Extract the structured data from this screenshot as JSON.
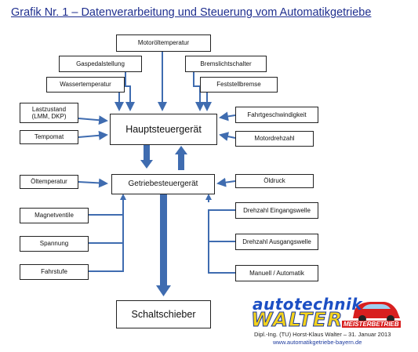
{
  "title": "Grafik Nr. 1 –  Datenverarbeitung und Steuerung vom Automatikgetriebe",
  "colors": {
    "arrow": "#3f6cb0",
    "title": "#1f2f8f"
  },
  "nodes": {
    "motoroeltemperatur": "Motoröltemperatur",
    "gaspedalstellung": "Gaspedalstellung",
    "bremslichtschalter": "Bremslichtschalter",
    "wassertemperatur": "Wassertemperatur",
    "feststellbremse": "Feststellbremse",
    "lastzustand": "Lastzustand\n(LMM, DKP)",
    "tempomat": "Tempomat",
    "hauptsteuergeraet": "Hauptsteuergerät",
    "fahrtgeschwindigkeit": "Fahrtgeschwindigkeit",
    "motordrehzahl": "Motordrehzahl",
    "oeltemperatur": "Öltemperatur",
    "getriebesteuergeraet": "Getriebesteuergerät",
    "oeldruck": "Öldruck",
    "magnetventile": "Magnetventile",
    "spannung": "Spannung",
    "fahrstufe": "Fahrstufe",
    "drehzahl_eingangswelle": "Drehzahl  Eingangswelle",
    "drehzahl_ausgangswelle": "Drehzahl  Ausgangswelle",
    "manuell_automatik": "Manuell / Automatik",
    "schaltschieber": "Schaltschieber"
  },
  "logo": {
    "line1": "autotechnik",
    "line2": "WALTER",
    "badge": "MEISTERBETRIEB",
    "credit": "Dipl.-Ing. (TU)  Horst-Klaus Walter – 31. Januar 2013",
    "url": "www.automatikgetriebe-bayern.de"
  }
}
